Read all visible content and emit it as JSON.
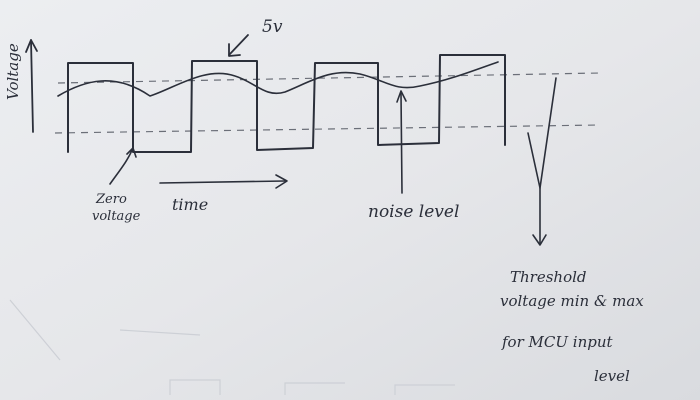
{
  "labels": {
    "y_axis": "Voltage",
    "amplitude": "5v",
    "zero_voltage_line1": "Zero",
    "zero_voltage_line2": "voltage",
    "time": "time",
    "noise": "noise level",
    "threshold_line1": "Threshold",
    "threshold_line2": "voltage min & max",
    "threshold_line3": "for MCU input",
    "threshold_line4": "level"
  },
  "colors": {
    "paper": "#e8e9ec",
    "ink": "#2b2f3a",
    "dashed": "#6b6f78"
  }
}
